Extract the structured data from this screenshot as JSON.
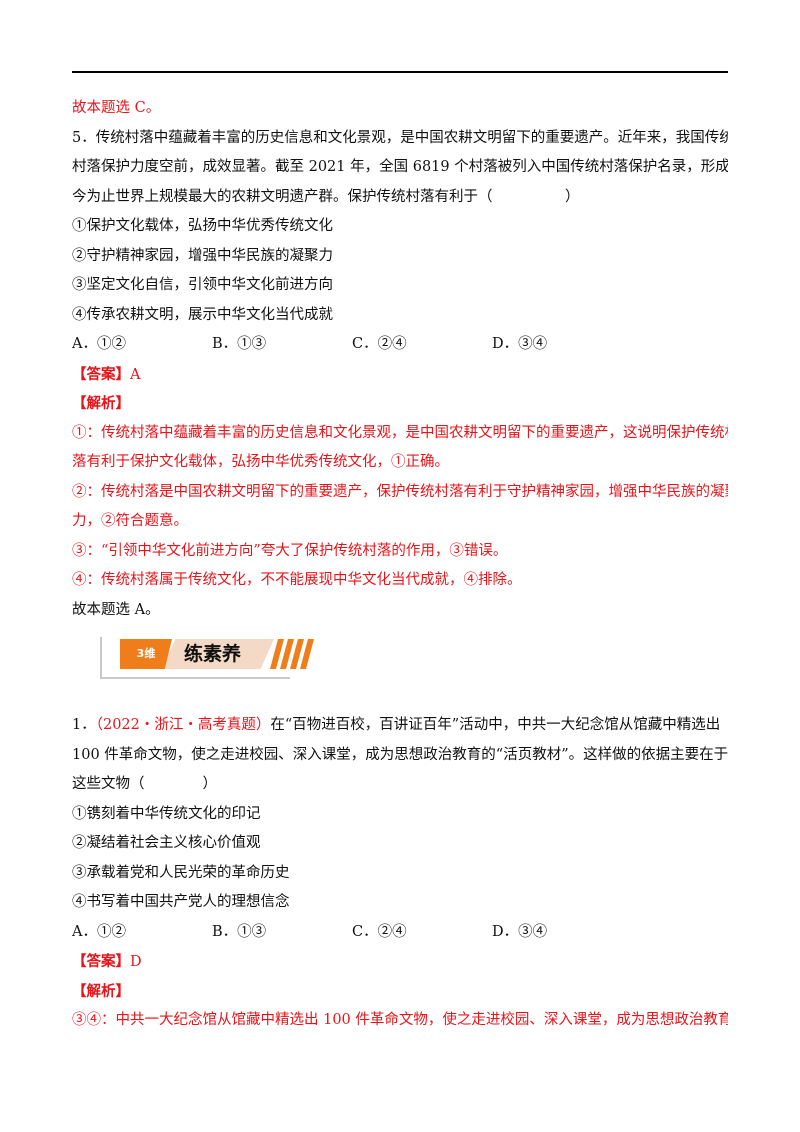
{
  "top_section": {
    "prev_conclusion": "故本题选 C。",
    "q5": {
      "stem": [
        "5．传统村落中蕴藏着丰富的历史信息和文化景观，是中国农耕文明留下的重要遗产。近年来，我国传统",
        "村落保护力度空前，成效显著。截至 2021 年，全国 6819 个村落被列入中国传统村落保护名录，形成了迄",
        "今为止世界上规模最大的农耕文明遗产群。保护传统村落有利于（　　　　　）"
      ],
      "statements": [
        "①保护文化载体，弘扬中华优秀传统文化",
        "②守护精神家园，增强中华民族的凝聚力",
        "③坚定文化自信，引领中华文化前进方向",
        "④传承农耕文明，展示中华文化当代成就"
      ],
      "options": [
        "A．①②",
        "B．①③",
        "C．②④",
        "D．③④"
      ],
      "answer_tag": "【答案】",
      "answer": "A",
      "analysis_tag": "【解析】",
      "analysis": [
        "①：传统村落中蕴藏着丰富的历史信息和文化景观，是中国农耕文明留下的重要遗产，这说明保护传统村",
        "落有利于保护文化载体，弘扬中华优秀传统文化，①正确。",
        "②：传统村落是中国农耕文明留下的重要遗产，保护传统村落有利于守护精神家园，增强中华民族的凝聚",
        "力，②符合题意。",
        "③：“引领中华文化前进方向”夸大了保护传统村落的作用，③错误。",
        "④：传统村落属于传统文化，不不能展现中华文化当代成就，④排除。"
      ],
      "conclusion": "故本题选 A。"
    }
  },
  "banner": {
    "badge": "3维",
    "title": "练素养"
  },
  "q1": {
    "number": "1．",
    "source": "（2022・浙江・高考真题）",
    "stem_first": "在“百物进百校，百讲证百年”活动中，中共一大纪念馆从馆藏中精选出",
    "stem_rest": [
      "100 件革命文物，使之走进校园、深入课堂，成为思想政治教育的“活页教材”。这样做的依据主要在于",
      "这些文物（　　　　）"
    ],
    "statements": [
      "①镌刻着中华传统文化的印记",
      "②凝结着社会主义核心价值观",
      "③承载着党和人民光荣的革命历史",
      "④书写着中国共产党人的理想信念"
    ],
    "options": [
      "A．①②",
      "B．①③",
      "C．②④",
      "D．③④"
    ],
    "answer_tag": "【答案】",
    "answer": "D",
    "analysis_tag": "【解析】",
    "analysis": [
      "③④：中共一大纪念馆从馆藏中精选出 100 件革命文物，使之走进校园、深入课堂，成为思想政治教育的"
    ]
  },
  "colors": {
    "answer_red": "#e8141a",
    "banner_orange": "#ef7d1a",
    "banner_peach": "#f3d9c6"
  }
}
